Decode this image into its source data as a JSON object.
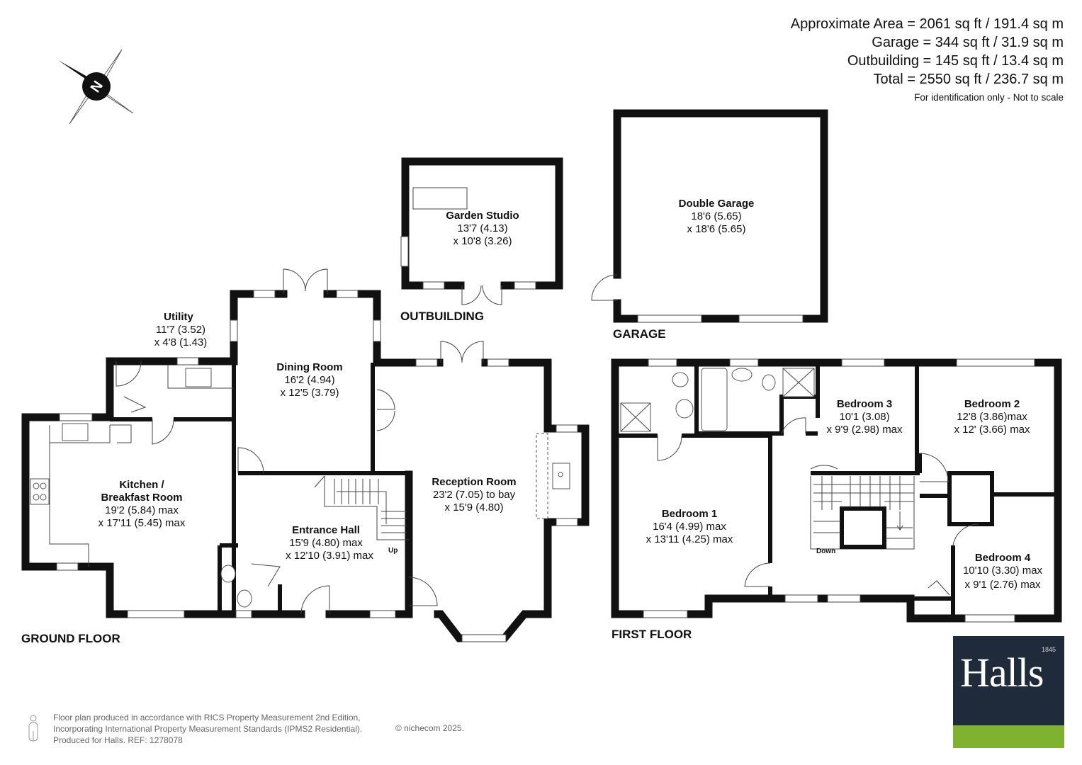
{
  "areas": {
    "approximate": "Approximate Area = 2061 sq ft / 191.4 sq m",
    "garage": "Garage = 344 sq ft / 31.9 sq m",
    "outbuilding": "Outbuilding = 145 sq ft / 13.4 sq m",
    "total": "Total = 2550 sq ft / 236.7 sq m",
    "note": "For identification only - Not to scale"
  },
  "compass": {
    "letter": "N",
    "icon": "compass-rose-icon"
  },
  "sections": {
    "ground_floor": "GROUND FLOOR",
    "first_floor": "FIRST FLOOR",
    "outbuilding": "OUTBUILDING",
    "garage": "GARAGE"
  },
  "rooms": {
    "utility": {
      "name": "Utility",
      "dim1": "11'7 (3.52)",
      "dim2": "x 4'8 (1.43)"
    },
    "dining": {
      "name": "Dining Room",
      "dim1": "16'2 (4.94)",
      "dim2": "x 12'5 (3.79)"
    },
    "kitchen": {
      "name1": "Kitchen /",
      "name2": "Breakfast Room",
      "dim1": "19'2 (5.84) max",
      "dim2": "x 17'11 (5.45) max"
    },
    "entrance": {
      "name": "Entrance Hall",
      "dim1": "15'9 (4.80) max",
      "dim2": "x 12'10 (3.91) max"
    },
    "reception": {
      "name": "Reception Room",
      "dim1": "23'2 (7.05) to bay",
      "dim2": "x 15'9 (4.80)"
    },
    "studio": {
      "name": "Garden Studio",
      "dim1": "13'7 (4.13)",
      "dim2": "x 10'8 (3.26)"
    },
    "garage": {
      "name": "Double Garage",
      "dim1": "18'6 (5.65)",
      "dim2": "x 18'6 (5.65)"
    },
    "bedroom1": {
      "name": "Bedroom 1",
      "dim1": "16'4 (4.99) max",
      "dim2": "x 13'11 (4.25) max"
    },
    "bedroom2": {
      "name": "Bedroom 2",
      "dim1": "12'8 (3.86)max",
      "dim2": "x 12' (3.66) max"
    },
    "bedroom3": {
      "name": "Bedroom 3",
      "dim1": "10'1 (3.08)",
      "dim2": "x 9'9 (2.98) max"
    },
    "bedroom4": {
      "name": "Bedroom 4",
      "dim1": "10'10 (3.30) max",
      "dim2": "x 9'1 (2.76) max"
    }
  },
  "stairs": {
    "up": "Up",
    "down": "Down"
  },
  "footer": {
    "line1": "Floor plan produced in accordance with RICS Property Measurement 2nd Edition,",
    "line2": "Incorporating International Property Measurement Standards (IPMS2 Residential).",
    "line3": "Produced for Halls.   REF: 1278078",
    "copyright": "© nichecom 2025."
  },
  "brand": {
    "name": "Halls",
    "year": "1845",
    "colors": {
      "navy": "#1f2b3a",
      "green": "#7fb22e"
    }
  },
  "colors": {
    "wall": "#111111",
    "fixture": "#555555"
  }
}
